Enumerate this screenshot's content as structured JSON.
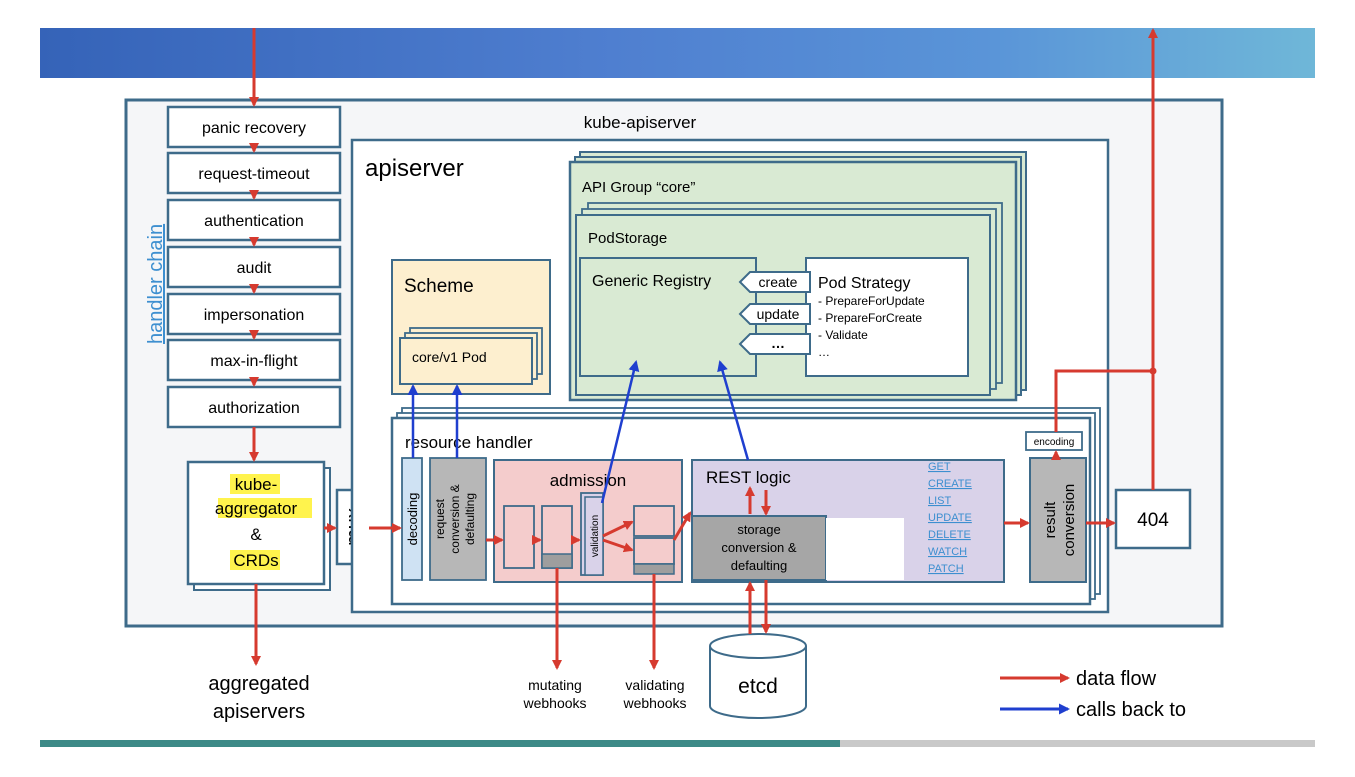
{
  "diagram": {
    "kube_apiserver": "kube-apiserver",
    "handler_chain_label": "handler chain",
    "handler_chain": [
      "panic recovery",
      "request-timeout",
      "authentication",
      "audit",
      "impersonation",
      "max-in-flight",
      "authorization"
    ],
    "aggregator": {
      "line1": "kube-",
      "line2": "aggregator",
      "line3": "&",
      "line4": "CRDs"
    },
    "mux": "mux",
    "apiserver": "apiserver",
    "scheme": {
      "title": "Scheme",
      "item": "core/v1 Pod"
    },
    "api_group": "API Group “core”",
    "pod_storage": "PodStorage",
    "generic_registry": "Generic Registry",
    "registry_ops": [
      "create",
      "update",
      "…"
    ],
    "pod_strategy": {
      "title": "Pod Strategy",
      "items": [
        "- PrepareForUpdate",
        "- PrepareForCreate",
        "- Validate",
        "…"
      ]
    },
    "resource_handler": "resource handler",
    "decoding": "decoding",
    "request_conversion": {
      "line1": "request",
      "line2": "conversion &",
      "line3": "defaulting"
    },
    "admission": "admission",
    "validation": "validation",
    "rest_logic": "REST logic",
    "rest_verbs": [
      "GET",
      "CREATE",
      "LIST",
      "UPDATE",
      "DELETE",
      "WATCH",
      "PATCH"
    ],
    "storage_conversion": {
      "line1": "storage",
      "line2": "conversion &",
      "line3": "defaulting"
    },
    "encoding": "encoding",
    "result_conversion": {
      "line1": "result",
      "line2": "conversion"
    },
    "not_found": "404",
    "aggregated": {
      "line1": "aggregated",
      "line2": "apiservers"
    },
    "mutating": {
      "line1": "mutating",
      "line2": "webhooks"
    },
    "validating": {
      "line1": "validating",
      "line2": "webhooks"
    },
    "etcd": "etcd",
    "legend": {
      "data_flow": "data flow",
      "calls_back": "calls back to"
    },
    "colors": {
      "data_flow": "#d63a2f",
      "calls_back": "#1f3fcf"
    }
  }
}
